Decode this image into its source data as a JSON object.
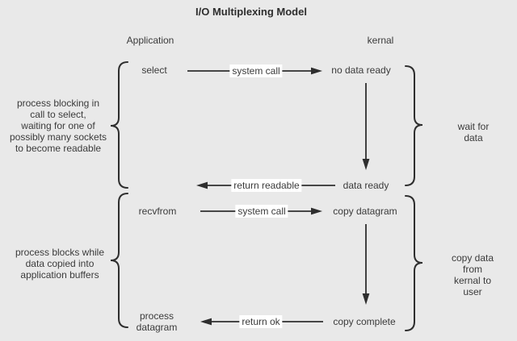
{
  "title": "I/O Multiplexing Model",
  "columns": {
    "application": "Application",
    "kernel": "kernal"
  },
  "phase1": {
    "app_state": "select",
    "syscall_label": "system call",
    "kernel_start": "no data ready",
    "kernel_end": "data ready",
    "return_label": "return readable",
    "left_note": "process blocking in\ncall to select,\nwaiting for one of\npossibly many sockets\nto become readable",
    "right_note": "wait for data"
  },
  "phase2": {
    "app_state": "recvfrom",
    "syscall_label": "system call",
    "kernel_start": "copy datagram",
    "kernel_end": "copy complete",
    "return_label": "return ok",
    "app_end_state": "process\ndatagram",
    "left_note": "process blocks while\ndata copied into\napplication buffers",
    "right_note": "copy data from\nkernal to user"
  },
  "colors": {
    "background": "#e9e9e9",
    "ink": "#3b3b3b",
    "line": "#2e2e2e",
    "label_background": "#ffffff"
  }
}
